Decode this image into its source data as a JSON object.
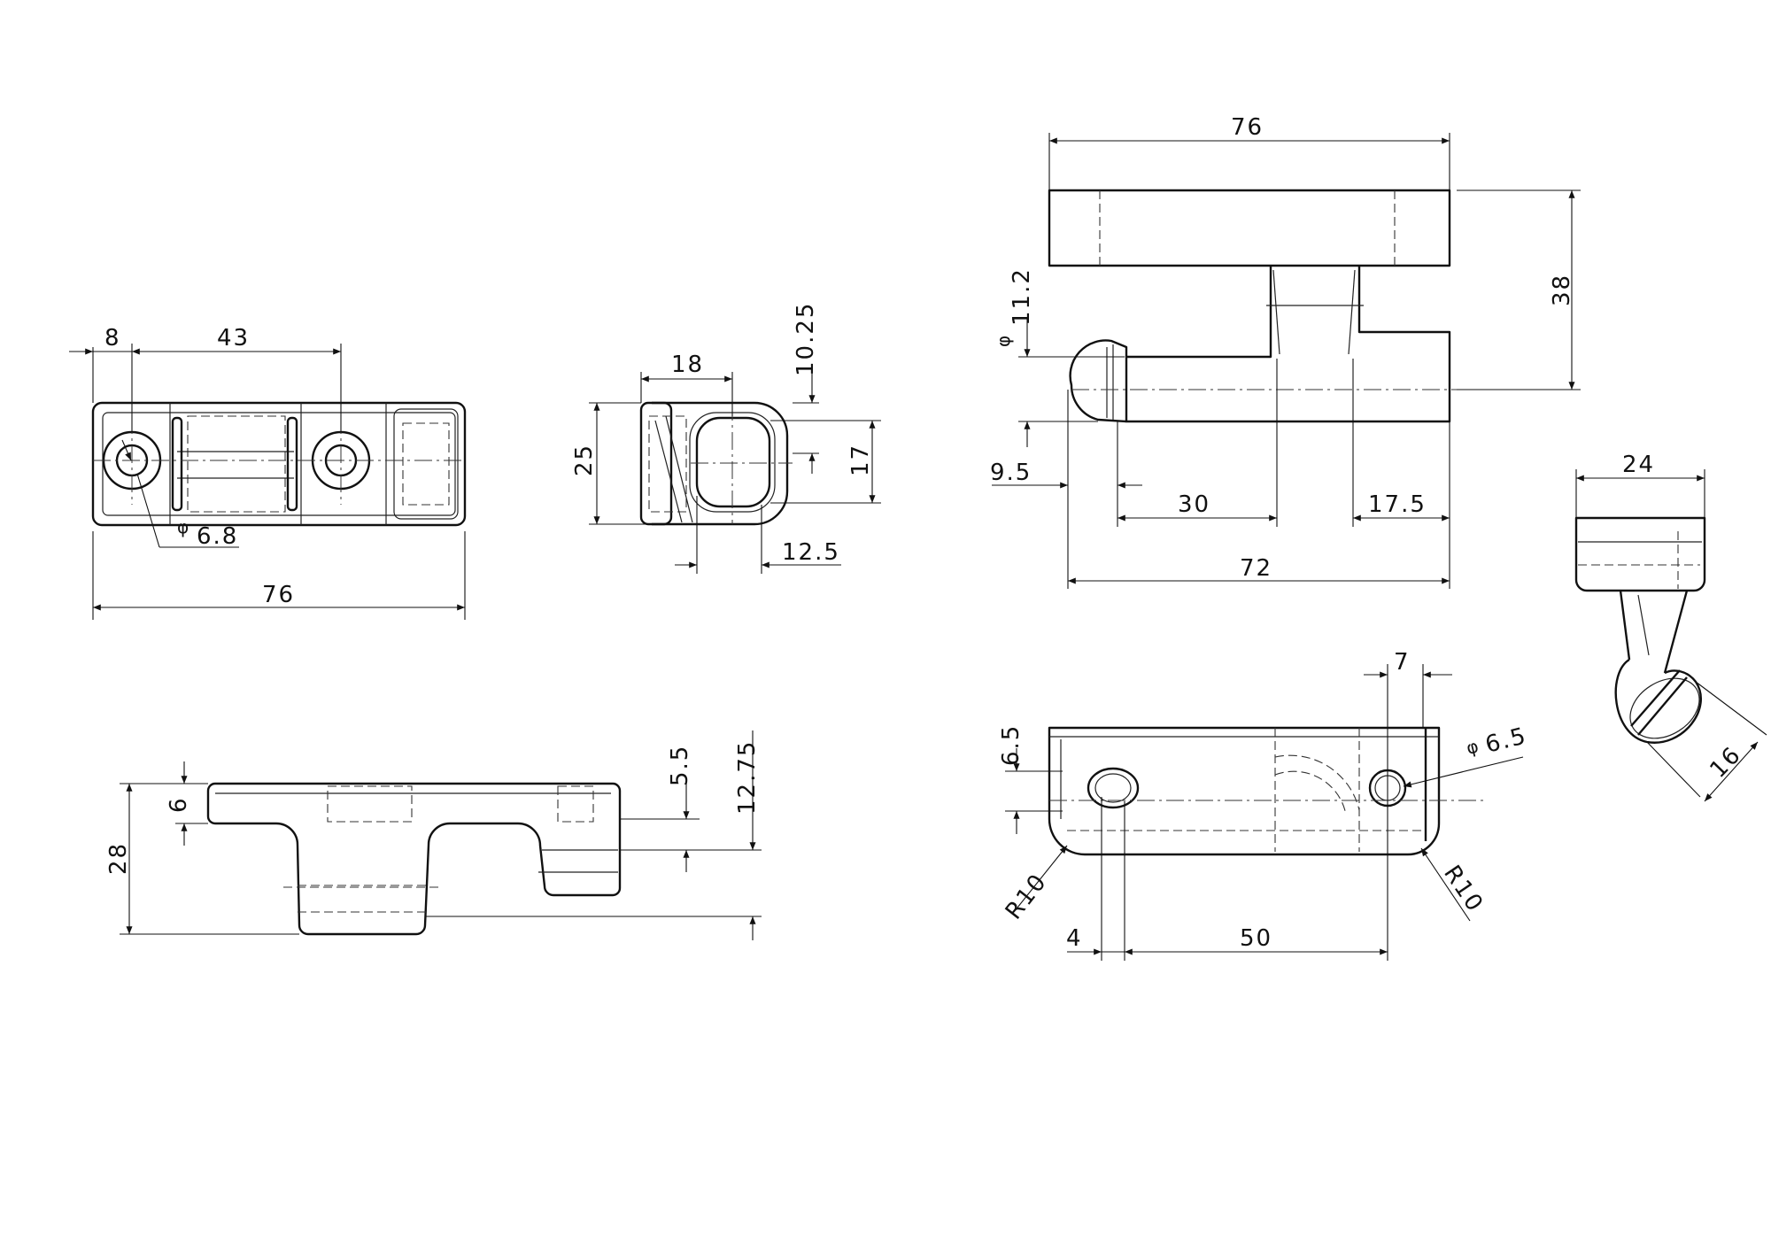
{
  "dimensions": {
    "top_view": {
      "d8": "8",
      "d43": "43",
      "d76": "76",
      "dia68": "6.8"
    },
    "end_view": {
      "d18": "18",
      "d1025": "10.25",
      "d25": "25",
      "d17": "17",
      "d125": "12.5"
    },
    "side_view": {
      "d6": "6",
      "d28": "28",
      "d55": "5.5",
      "d1275": "12.75"
    },
    "hook_view": {
      "d76": "76",
      "dia112": "11.2",
      "d38": "38",
      "d95": "9.5",
      "d30": "30",
      "d175": "17.5",
      "d72": "72"
    },
    "plate_view": {
      "d7": "7",
      "d65a": "6.5",
      "dia65": "6.5",
      "r10a": "R10",
      "r10b": "R10",
      "d4": "4",
      "d50": "50"
    },
    "iso_view": {
      "d24": "24",
      "d16": "16"
    }
  },
  "symbols": {
    "diameter": "φ"
  }
}
